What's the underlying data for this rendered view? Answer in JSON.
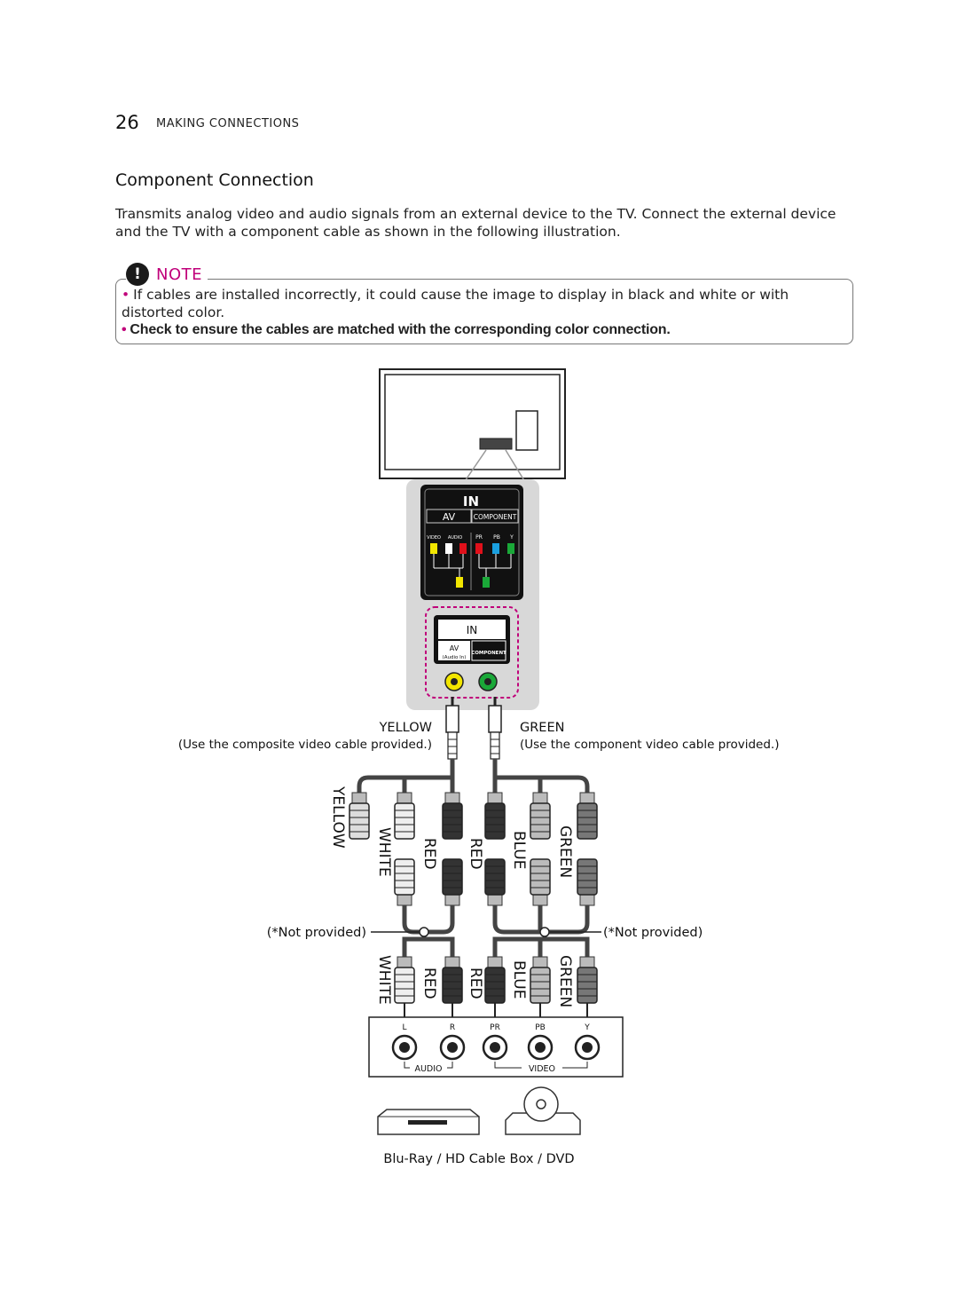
{
  "page_number": "26",
  "section_title": "MAKING CONNECTIONS",
  "heading": "Component Connection",
  "intro": "Transmits analog video and audio signals from an external device to the TV. Connect the external device and the TV with a component cable as shown in the following illustration.",
  "note": {
    "icon": "!",
    "label": "NOTE",
    "bullets": [
      "If cables are installed incorrectly, it could cause the image to display in black and white or with distorted color.",
      "Check to ensure the cables are matched with the corresponding color connection."
    ]
  },
  "diagram": {
    "panel_in": "IN",
    "panel_av": "AV",
    "panel_component": "COMPONENT",
    "panel_ports": [
      "VIDEO",
      "AUDIO",
      "PR",
      "PB",
      "Y"
    ],
    "jack_in": "IN",
    "jack_av": "AV",
    "jack_audio_in": "(Audio In)",
    "jack_component": "COMPONENT",
    "yellow_label": "YELLOW",
    "yellow_note": "(Use the composite video cable provided.)",
    "green_label": "GREEN",
    "green_note": "(Use the component video cable provided.)",
    "upper_plug_labels": [
      "YELLOW",
      "WHITE",
      "RED",
      "RED",
      "BLUE",
      "GREEN"
    ],
    "not_provided_left": "(*Not provided)",
    "not_provided_right": "(*Not provided)",
    "lower_plug_labels": [
      "WHITE",
      "RED",
      "RED",
      "BLUE",
      "GREEN"
    ],
    "device_ports": [
      "L",
      "R",
      "PR",
      "PB",
      "Y"
    ],
    "device_audio": "AUDIO",
    "device_video": "VIDEO",
    "device_caption": "Blu-Ray / HD Cable Box / DVD"
  },
  "colors": {
    "accent": "#c0007a",
    "yellow": "#f2e600",
    "green": "#1aa838",
    "red": "#e0101a",
    "blue": "#1aa0e0"
  }
}
